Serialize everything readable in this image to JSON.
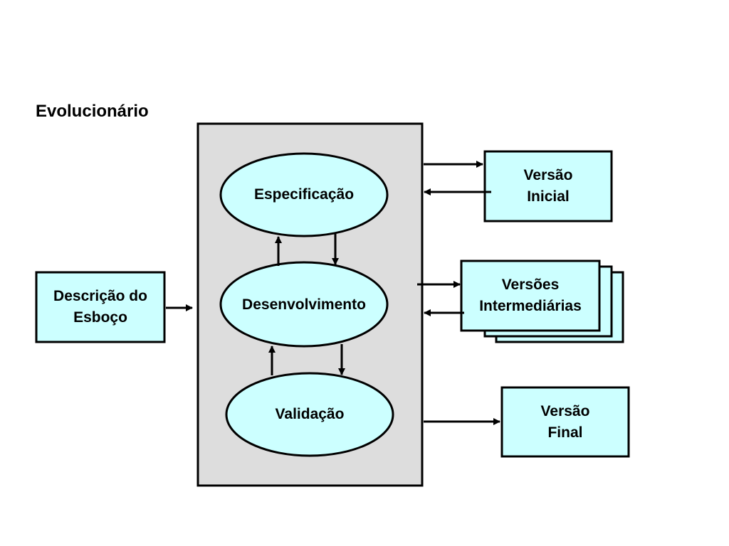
{
  "title": "Evolucionário",
  "colors": {
    "node_fill": "#ccffff",
    "container_fill": "#dddddd",
    "stroke": "#000000"
  },
  "nodes": {
    "descricao": "Descrição do\nEsboço",
    "especificacao": "Especificação",
    "desenvolvimento": "Desenvolvimento",
    "validacao": "Validação",
    "versao_inicial": "Versão\nInicial",
    "versoes_intermediarias": "Versões\nIntermediárias",
    "versao_final": "Versão\nFinal"
  }
}
